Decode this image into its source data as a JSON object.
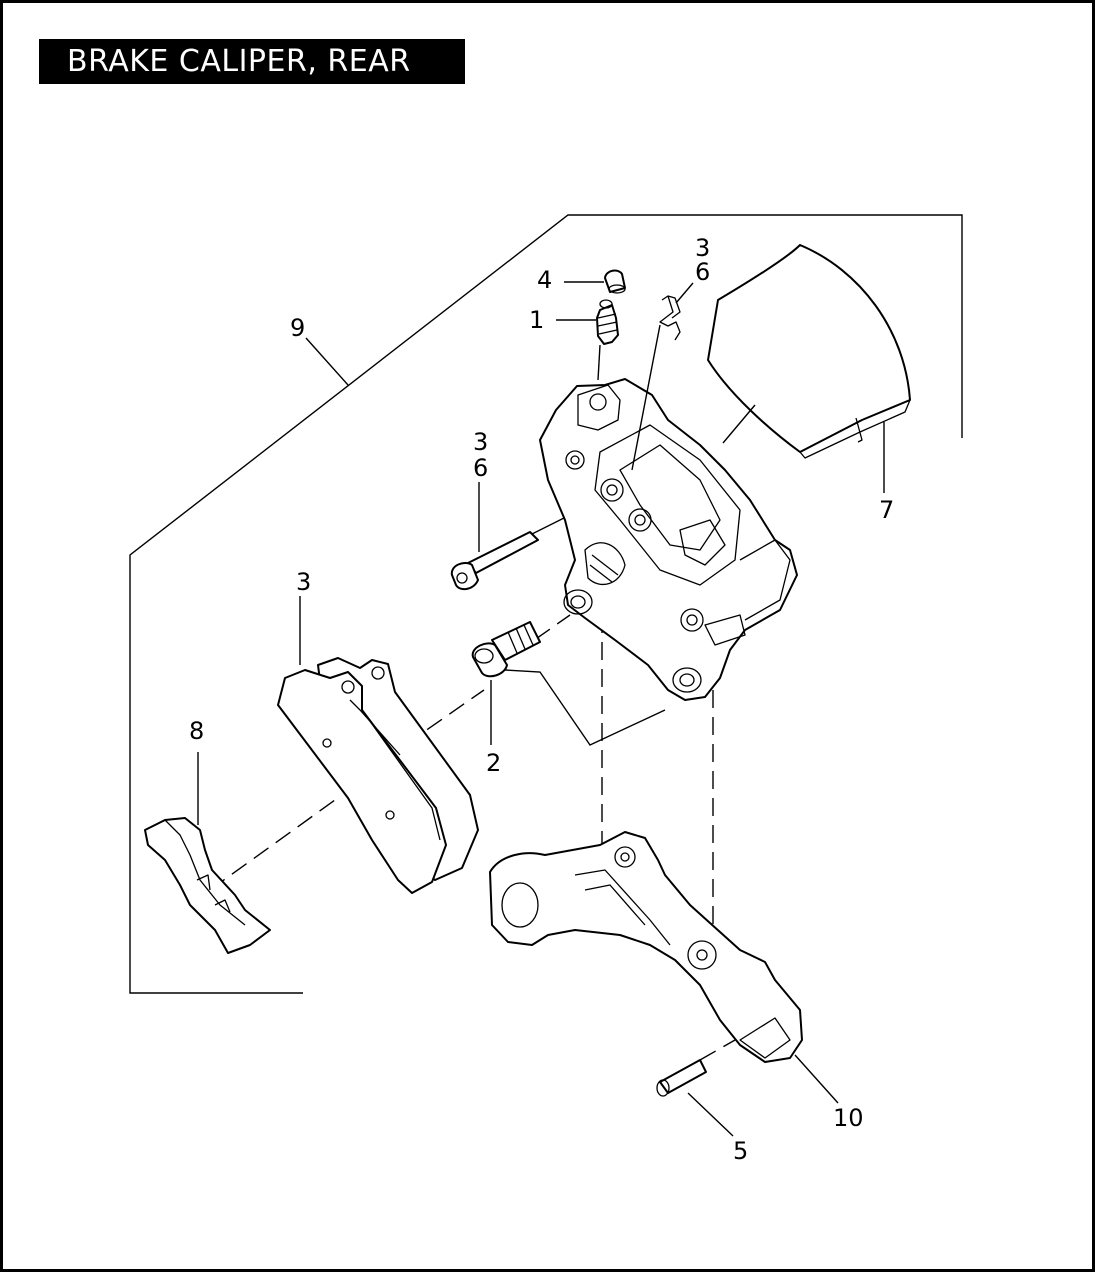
{
  "title": "BRAKE CALIPER, REAR",
  "callouts": {
    "c1": "1",
    "c2": "2",
    "c3_pad": "3",
    "c3_pin": "3",
    "c6_pin": "6",
    "c3_clip": "3",
    "c6_clip": "6",
    "c4": "4",
    "c5": "5",
    "c7": "7",
    "c8": "8",
    "c9": "9",
    "c10": "10"
  }
}
